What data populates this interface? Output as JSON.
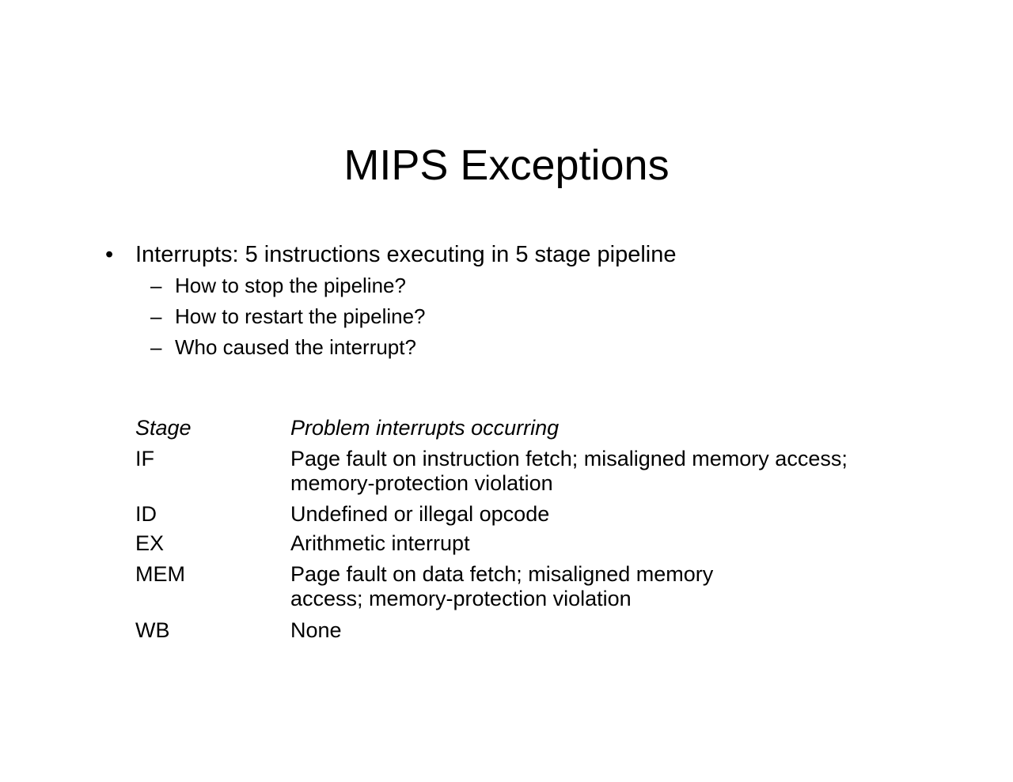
{
  "title": "MIPS Exceptions",
  "bullet": {
    "marker": "•",
    "text": "Interrupts: 5 instructions executing in 5 stage pipeline"
  },
  "subs": [
    {
      "dash": "–",
      "text": "How to stop the pipeline?"
    },
    {
      "dash": "–",
      "text": "How to restart the pipeline?"
    },
    {
      "dash": "–",
      "text": "Who caused the interrupt?"
    }
  ],
  "table": {
    "header": {
      "stage": "Stage",
      "problem": "Problem interrupts occurring"
    },
    "rows": [
      {
        "stage": "IF",
        "problem": "Page fault on instruction fetch; misaligned memory access; memory-protection violation"
      },
      {
        "stage": "ID",
        "problem": "Undefined or illegal opcode"
      },
      {
        "stage": "EX",
        "problem": "Arithmetic interrupt"
      },
      {
        "stage": "MEM",
        "problem": "Page fault on data fetch; misaligned memory access; memory-protection violation"
      },
      {
        "stage": "WB",
        "problem": "None"
      }
    ]
  }
}
